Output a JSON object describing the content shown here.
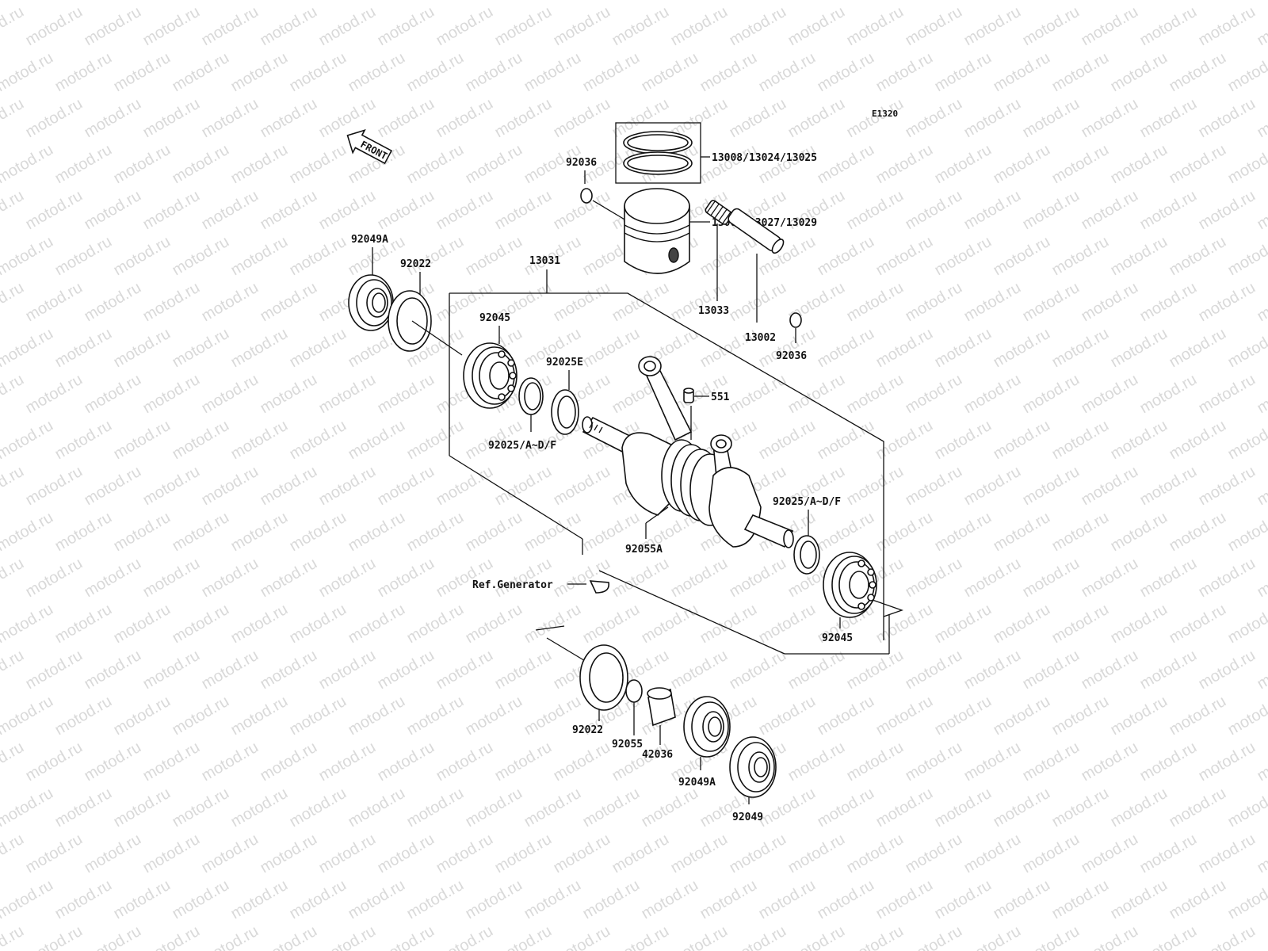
{
  "watermark": "motod.ru",
  "diagram_code": "E1320",
  "front_label": "FRONT",
  "labels": {
    "rings": "13008/13024/13025",
    "clip_top": "92036",
    "piston": "13001/13027/13029",
    "crank_assy": "13031",
    "seal_left_a": "92049A",
    "washer_left": "92022",
    "bearing_left": "92045",
    "shim_e": "92025E",
    "shim_left": "92025/A~D/F",
    "needle_bearing": "13033",
    "piston_pin": "13002",
    "clip_right": "92036",
    "pin_551": "551",
    "shim_right": "92025/A~D/F",
    "crank_ring": "92055A",
    "ref_generator": "Ref.Generator",
    "bearing_right": "92045",
    "washer_bottom": "92022",
    "oring_bottom": "92055",
    "collar": "42036",
    "seal_bottom_a": "92049A",
    "seal_bottom": "92049"
  }
}
